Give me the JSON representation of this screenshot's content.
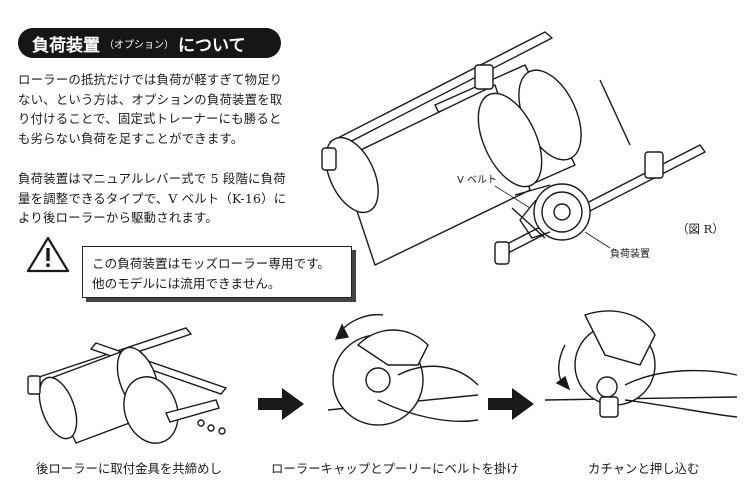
{
  "heading": {
    "main": "負荷装置",
    "paren": "（オプション）",
    "suffix": "について"
  },
  "intro": {
    "paragraph1": [
      "ローラーの抵抗だけでは負荷が軽すぎて物足り",
      "ない、という方は、オプションの負荷装置を取",
      "り付けることで、固定式トレーナーにも勝ると",
      "も劣らない負荷を足すことができます。"
    ],
    "paragraph2": [
      "負荷装置はマニュアルレバー式で 5 段階に負荷",
      "量を調整できるタイプで、V ベルト（K-16）に",
      "より後ローラーから駆動されます。"
    ]
  },
  "warning": {
    "lines": [
      "この負荷装置はモッズローラー専用です。",
      "他のモデルには流用できません。"
    ]
  },
  "figure_r": {
    "label_vbelt": "V ベルト",
    "label_load_device": "負荷装置",
    "caption": "（図 R）"
  },
  "steps": [
    {
      "caption": "後ローラーに取付金具を共締めし"
    },
    {
      "caption": "ローラーキャップとプーリーにベルトを掛け"
    },
    {
      "caption": "カチャンと押し込む"
    }
  ],
  "icons": {
    "warning": "warning-triangle-icon",
    "arrow": "right-arrow-icon"
  }
}
